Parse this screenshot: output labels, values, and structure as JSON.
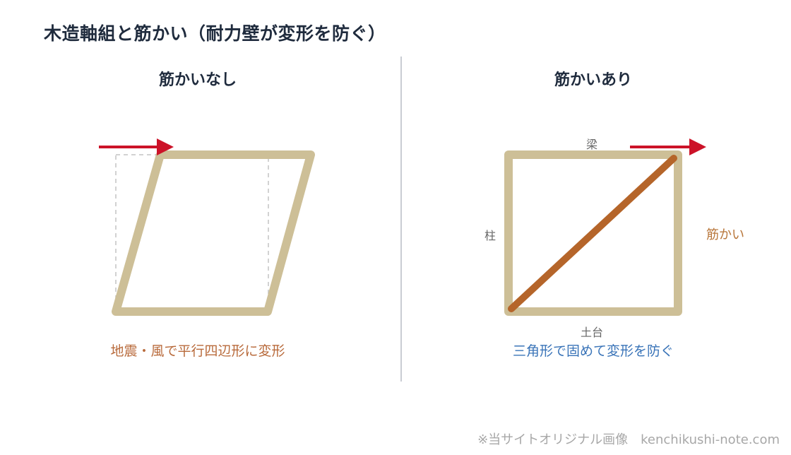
{
  "title": "木造軸組と筋かい（耐力壁が変形を防ぐ）",
  "left_panel": {
    "heading": "筋かいなし",
    "caption": "地震・風で平行四辺形に変形"
  },
  "right_panel": {
    "heading": "筋かいあり",
    "caption": "三角形で固めて変形を防ぐ",
    "labels": {
      "beam": "梁",
      "column": "柱",
      "sill": "土台",
      "brace": "筋かい"
    }
  },
  "credit": "※当サイトオリジナル画像　kenchikushi-note.com",
  "colors": {
    "frame": "#cdbf97",
    "brace": "#b5652a",
    "force_arrow": "#cc1228",
    "caption_left": "#b86a3b",
    "caption_right": "#3a74b8",
    "divider": "#c9ccd3"
  }
}
